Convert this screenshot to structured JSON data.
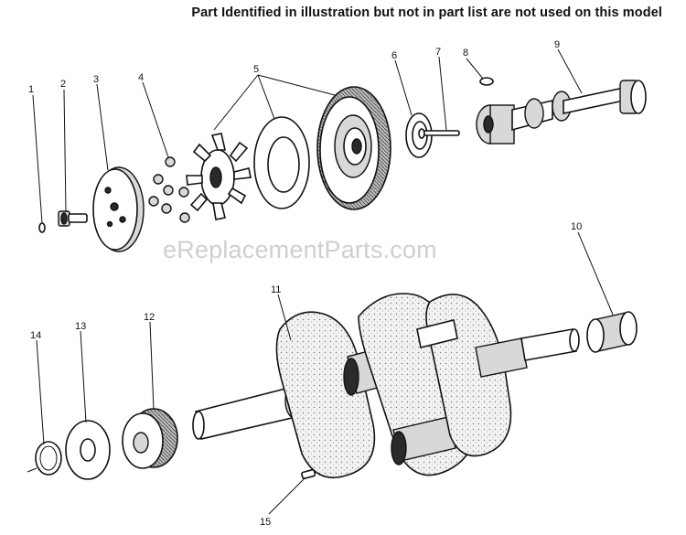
{
  "header": {
    "note": "Part Identified in illustration but not in part list are not used on this model"
  },
  "watermark": {
    "text": "eReplacementParts.com"
  },
  "callouts": [
    "1",
    "2",
    "3",
    "4",
    "5",
    "6",
    "7",
    "8",
    "9",
    "10",
    "11",
    "12",
    "13",
    "14",
    "15"
  ]
}
